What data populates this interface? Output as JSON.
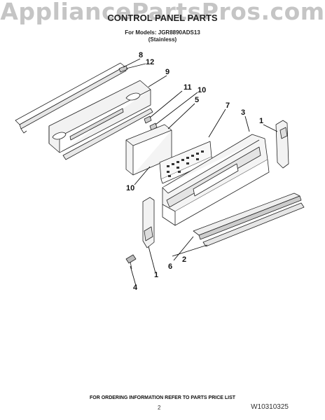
{
  "watermark": "AppliancePartsPros.com",
  "header": {
    "title": "CONTROL PANEL PARTS",
    "model_line": "For Models: JGR8890ADS13",
    "finish_line": "(Stainless)"
  },
  "callouts": [
    "8",
    "12",
    "9",
    "11",
    "10",
    "5",
    "7",
    "3",
    "1",
    "10",
    "6",
    "2",
    "4",
    "1"
  ],
  "footer": {
    "ordering_note": "FOR ORDERING INFORMATION REFER TO PARTS PRICE LIST",
    "page_number": "2",
    "document_id": "W10310325"
  }
}
